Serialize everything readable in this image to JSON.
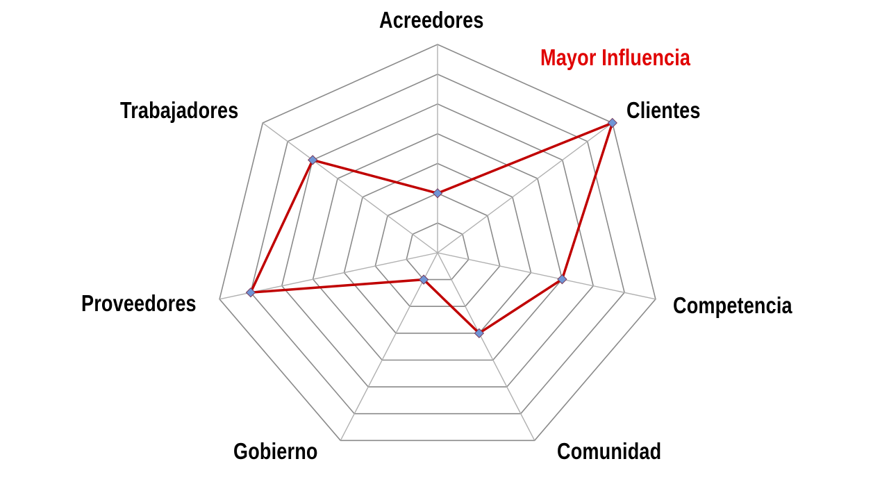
{
  "chart_data": {
    "type": "radar",
    "title": "",
    "categories": [
      "Acreedores",
      "Clientes",
      "Competencia",
      "Comunidad",
      "Gobierno",
      "Proveedores",
      "Trabajadores"
    ],
    "series": [
      {
        "name": "Influencia",
        "values": [
          2,
          7,
          4,
          3,
          1,
          6,
          5
        ],
        "color": "#c00000",
        "marker_color": "#6f95d6"
      }
    ],
    "rlim": [
      0,
      7
    ],
    "ring_count": 7,
    "grid": true,
    "annotations": [
      {
        "text": "Mayor Influencia",
        "color": "#e00000",
        "near": "Clientes"
      }
    ],
    "legend": "none"
  },
  "labels": {
    "acreedores": "Acreedores",
    "clientes": "Clientes",
    "competencia": "Competencia",
    "comunidad": "Comunidad",
    "gobierno": "Gobierno",
    "proveedores": "Proveedores",
    "trabajadores": "Trabajadores",
    "annotation": "Mayor Influencia"
  },
  "colors": {
    "ring": "#8a8a8a",
    "spoke": "#b0b0b0",
    "series_line": "#c00000",
    "marker_fill": "#6f95d6",
    "marker_stroke": "#7a3a5a",
    "annotation": "#e00000"
  }
}
